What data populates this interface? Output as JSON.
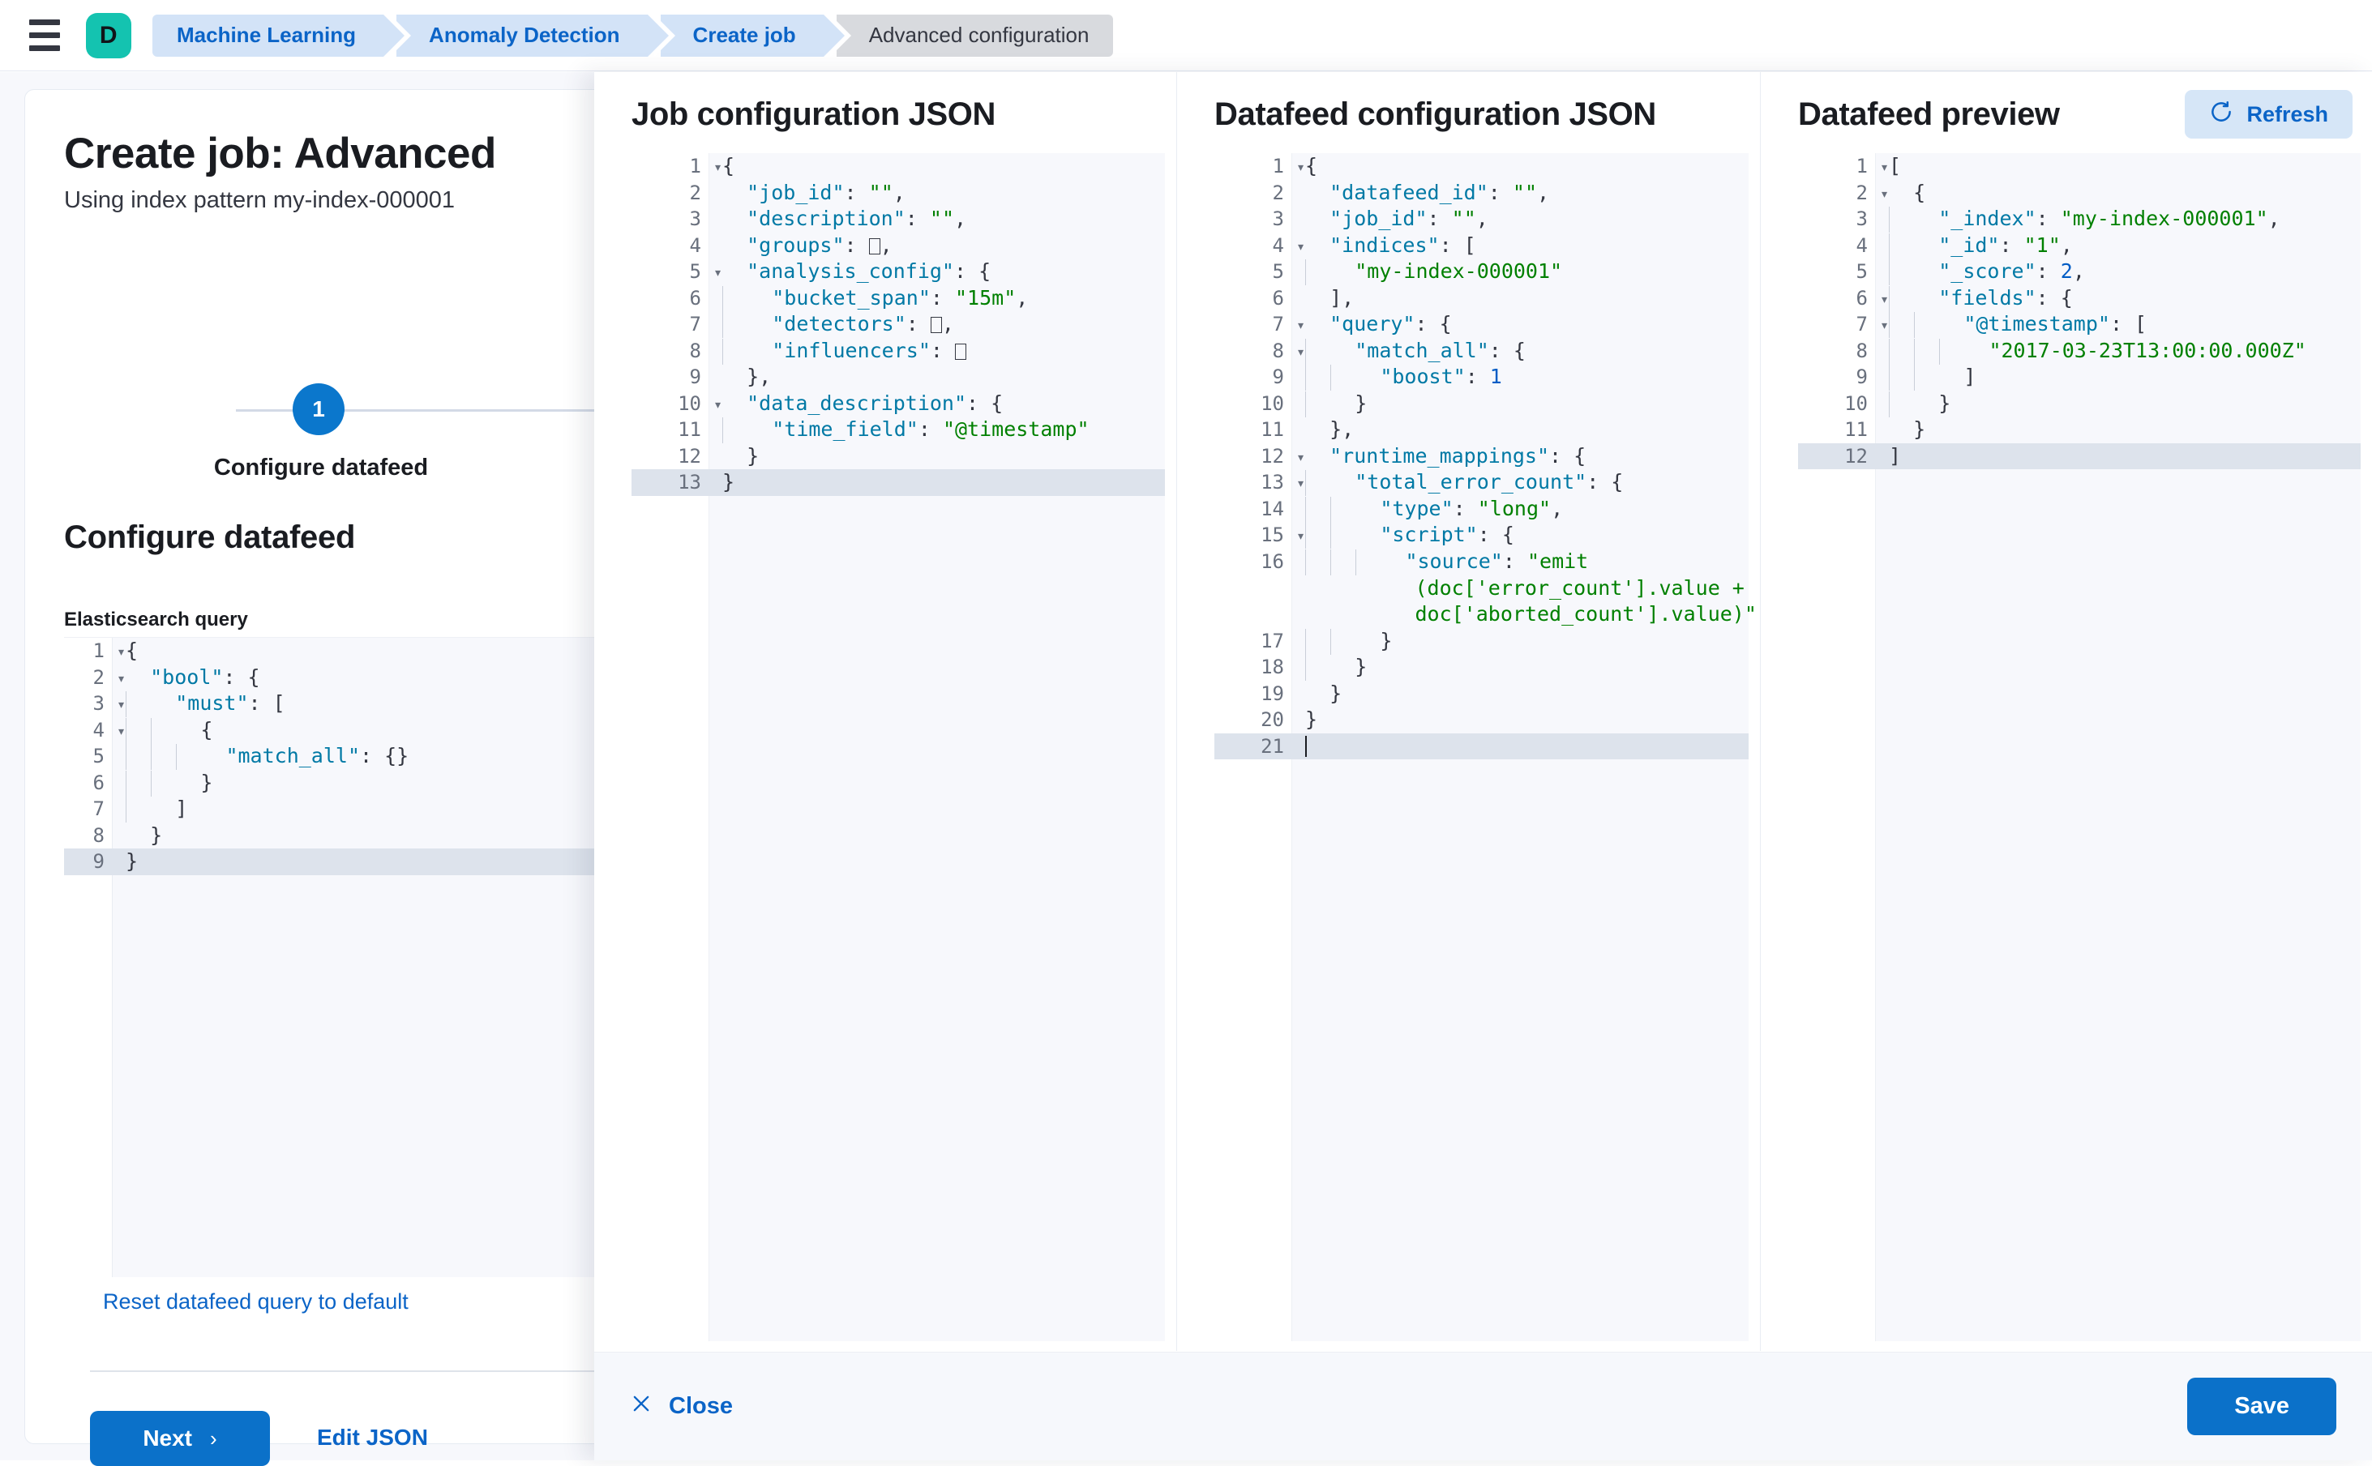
{
  "topbar": {
    "menu_icon": "hamburger-icon",
    "logo_letter": "D",
    "breadcrumbs": [
      {
        "label": "Machine Learning",
        "current": false
      },
      {
        "label": "Anomaly Detection",
        "current": false
      },
      {
        "label": "Create job",
        "current": false
      },
      {
        "label": "Advanced configuration",
        "current": true
      }
    ]
  },
  "left_page": {
    "title": "Create job: Advanced",
    "subtitle": "Using index pattern my-index-000001",
    "step_number": "1",
    "step_label": "Configure datafeed",
    "section_heading": "Configure datafeed",
    "query_field_label": "Elasticsearch query",
    "reset_link": "Reset datafeed query to default",
    "next_label": "Next",
    "next_chevron": "›",
    "edit_json_label": "Edit JSON",
    "query_lines": [
      {
        "n": "1",
        "fold": true,
        "indent": 0,
        "html": "<span class=\"p\">{</span>"
      },
      {
        "n": "2",
        "fold": true,
        "indent": 0,
        "html": "  <span class=\"k\">\"bool\"</span><span class=\"p\">: {</span>"
      },
      {
        "n": "3",
        "fold": true,
        "indent": 1,
        "html": "  <span class=\"k\">\"must\"</span><span class=\"p\">: [</span>"
      },
      {
        "n": "4",
        "fold": true,
        "indent": 2,
        "html": "  <span class=\"p\">{</span>"
      },
      {
        "n": "5",
        "fold": false,
        "indent": 3,
        "html": "  <span class=\"k\">\"match_all\"</span><span class=\"p\">: {}</span>"
      },
      {
        "n": "6",
        "fold": false,
        "indent": 2,
        "html": "  <span class=\"p\">}</span>"
      },
      {
        "n": "7",
        "fold": false,
        "indent": 1,
        "html": "  <span class=\"p\">]</span>"
      },
      {
        "n": "8",
        "fold": false,
        "indent": 0,
        "html": "  <span class=\"p\">}</span>"
      },
      {
        "n": "9",
        "fold": false,
        "indent": 0,
        "hl": true,
        "html": "<span class=\"p\">}</span>"
      }
    ]
  },
  "flyout": {
    "columns": [
      {
        "title": "Job configuration JSON"
      },
      {
        "title": "Datafeed configuration JSON"
      },
      {
        "title": "Datafeed preview"
      }
    ],
    "refresh_label": "Refresh",
    "refresh_icon": "refresh-icon",
    "close_label": "Close",
    "close_icon": "close-icon",
    "save_label": "Save",
    "job_config_lines": [
      {
        "n": "1",
        "fold": true,
        "indent": 0,
        "html": "<span class=\"p\">{</span>"
      },
      {
        "n": "2",
        "fold": false,
        "indent": 0,
        "html": "  <span class=\"k\">\"job_id\"</span><span class=\"p\">: </span><span class=\"s2\">\"\"</span><span class=\"p\">,</span>"
      },
      {
        "n": "3",
        "fold": false,
        "indent": 0,
        "html": "  <span class=\"k\">\"description\"</span><span class=\"p\">: </span><span class=\"s2\">\"\"</span><span class=\"p\">,</span>"
      },
      {
        "n": "4",
        "fold": false,
        "indent": 0,
        "html": "  <span class=\"k\">\"groups\"</span><span class=\"p\">: </span><span class=\"sqr\"></span><span class=\"p\">,</span>"
      },
      {
        "n": "5",
        "fold": true,
        "indent": 0,
        "html": "  <span class=\"k\">\"analysis_config\"</span><span class=\"p\">: {</span>"
      },
      {
        "n": "6",
        "fold": false,
        "indent": 1,
        "html": "  <span class=\"k\">\"bucket_span\"</span><span class=\"p\">: </span><span class=\"s2\">\"15m\"</span><span class=\"p\">,</span>"
      },
      {
        "n": "7",
        "fold": false,
        "indent": 1,
        "html": "  <span class=\"k\">\"detectors\"</span><span class=\"p\">: </span><span class=\"sqr\"></span><span class=\"p\">,</span>"
      },
      {
        "n": "8",
        "fold": false,
        "indent": 1,
        "html": "  <span class=\"k\">\"influencers\"</span><span class=\"p\">: </span><span class=\"sqr\"></span>"
      },
      {
        "n": "9",
        "fold": false,
        "indent": 0,
        "html": "  <span class=\"p\">},</span>"
      },
      {
        "n": "10",
        "fold": true,
        "indent": 0,
        "html": "  <span class=\"k\">\"data_description\"</span><span class=\"p\">: {</span>"
      },
      {
        "n": "11",
        "fold": false,
        "indent": 1,
        "html": "  <span class=\"k\">\"time_field\"</span><span class=\"p\">: </span><span class=\"s2\">\"@timestamp\"</span>"
      },
      {
        "n": "12",
        "fold": false,
        "indent": 0,
        "html": "  <span class=\"p\">}</span>"
      },
      {
        "n": "13",
        "fold": false,
        "indent": 0,
        "hl": true,
        "html": "<span class=\"p\">}</span>"
      }
    ],
    "datafeed_config_lines": [
      {
        "n": "1",
        "fold": true,
        "indent": 0,
        "html": "<span class=\"p\">{</span>"
      },
      {
        "n": "2",
        "fold": false,
        "indent": 0,
        "html": "  <span class=\"k\">\"datafeed_id\"</span><span class=\"p\">: </span><span class=\"s2\">\"\"</span><span class=\"p\">,</span>"
      },
      {
        "n": "3",
        "fold": false,
        "indent": 0,
        "html": "  <span class=\"k\">\"job_id\"</span><span class=\"p\">: </span><span class=\"s2\">\"\"</span><span class=\"p\">,</span>"
      },
      {
        "n": "4",
        "fold": true,
        "indent": 0,
        "html": "  <span class=\"k\">\"indices\"</span><span class=\"p\">: [</span>"
      },
      {
        "n": "5",
        "fold": false,
        "indent": 1,
        "html": "  <span class=\"s2\">\"my-index-000001\"</span>"
      },
      {
        "n": "6",
        "fold": false,
        "indent": 0,
        "html": "  <span class=\"p\">],</span>"
      },
      {
        "n": "7",
        "fold": true,
        "indent": 0,
        "html": "  <span class=\"k\">\"query\"</span><span class=\"p\">: {</span>"
      },
      {
        "n": "8",
        "fold": true,
        "indent": 1,
        "html": "  <span class=\"k\">\"match_all\"</span><span class=\"p\">: {</span>"
      },
      {
        "n": "9",
        "fold": false,
        "indent": 2,
        "html": "  <span class=\"k\">\"boost\"</span><span class=\"p\">: </span><span class=\"n\">1</span>"
      },
      {
        "n": "10",
        "fold": false,
        "indent": 1,
        "html": "  <span class=\"p\">}</span>"
      },
      {
        "n": "11",
        "fold": false,
        "indent": 0,
        "html": "  <span class=\"p\">},</span>"
      },
      {
        "n": "12",
        "fold": true,
        "indent": 0,
        "html": "  <span class=\"k\">\"runtime_mappings\"</span><span class=\"p\">: {</span>"
      },
      {
        "n": "13",
        "fold": true,
        "indent": 1,
        "html": "  <span class=\"k\">\"total_error_count\"</span><span class=\"p\">: {</span>"
      },
      {
        "n": "14",
        "fold": false,
        "indent": 2,
        "html": "  <span class=\"k\">\"type\"</span><span class=\"p\">: </span><span class=\"s2\">\"long\"</span><span class=\"p\">,</span>"
      },
      {
        "n": "15",
        "fold": true,
        "indent": 2,
        "html": "  <span class=\"k\">\"script\"</span><span class=\"p\">: {</span>"
      },
      {
        "n": "16",
        "fold": false,
        "indent": 3,
        "wrap": true,
        "html": "  <span class=\"k\">\"source\"</span><span class=\"p\">: </span><span class=\"s2\">\"emit</span>\n         <span class=\"s2\">(doc['error_count'].value +</span>\n         <span class=\"s2\">doc['aborted_count'].value)\"</span>"
      },
      {
        "n": "17",
        "fold": false,
        "indent": 2,
        "html": "  <span class=\"p\">}</span>"
      },
      {
        "n": "18",
        "fold": false,
        "indent": 1,
        "html": "  <span class=\"p\">}</span>"
      },
      {
        "n": "19",
        "fold": false,
        "indent": 0,
        "html": "  <span class=\"p\">}</span>"
      },
      {
        "n": "20",
        "fold": false,
        "indent": 0,
        "html": "<span class=\"p\">}</span>"
      },
      {
        "n": "21",
        "fold": false,
        "indent": 0,
        "hl": true,
        "html": "<span class=\"caret\"></span>"
      }
    ],
    "datafeed_preview_lines": [
      {
        "n": "1",
        "fold": true,
        "indent": 0,
        "html": "<span class=\"p\">[</span>"
      },
      {
        "n": "2",
        "fold": true,
        "indent": 0,
        "html": "  <span class=\"p\">{</span>"
      },
      {
        "n": "3",
        "fold": false,
        "indent": 1,
        "html": "  <span class=\"k\">\"_index\"</span><span class=\"p\">: </span><span class=\"s2\">\"my-index-000001\"</span><span class=\"p\">,</span>"
      },
      {
        "n": "4",
        "fold": false,
        "indent": 1,
        "html": "  <span class=\"k\">\"_id\"</span><span class=\"p\">: </span><span class=\"s2\">\"1\"</span><span class=\"p\">,</span>"
      },
      {
        "n": "5",
        "fold": false,
        "indent": 1,
        "html": "  <span class=\"k\">\"_score\"</span><span class=\"p\">: </span><span class=\"n\">2</span><span class=\"p\">,</span>"
      },
      {
        "n": "6",
        "fold": true,
        "indent": 1,
        "html": "  <span class=\"k\">\"fields\"</span><span class=\"p\">: {</span>"
      },
      {
        "n": "7",
        "fold": true,
        "indent": 2,
        "html": "  <span class=\"k\">\"@timestamp\"</span><span class=\"p\">: [</span>"
      },
      {
        "n": "8",
        "fold": false,
        "indent": 3,
        "html": "  <span class=\"s2\">\"2017-03-23T13:00:00.000Z\"</span>"
      },
      {
        "n": "9",
        "fold": false,
        "indent": 2,
        "html": "  <span class=\"p\">]</span>"
      },
      {
        "n": "10",
        "fold": false,
        "indent": 1,
        "html": "  <span class=\"p\">}</span>"
      },
      {
        "n": "11",
        "fold": false,
        "indent": 0,
        "html": "  <span class=\"p\">}</span>"
      },
      {
        "n": "12",
        "fold": false,
        "indent": 0,
        "hl": true,
        "html": "<span class=\"p\">]</span>"
      }
    ]
  },
  "colors": {
    "accent_blue": "#0b71c9",
    "link_blue": "#0b64c7",
    "logo_teal": "#14c3b0",
    "crumb_bg": "#d3e3f7",
    "crumb_current_bg": "#d8dade",
    "editor_bg": "#f7f8fc",
    "highlight_row": "#dde3ec",
    "string_green": "#008000",
    "key_blue": "#0079a5"
  }
}
